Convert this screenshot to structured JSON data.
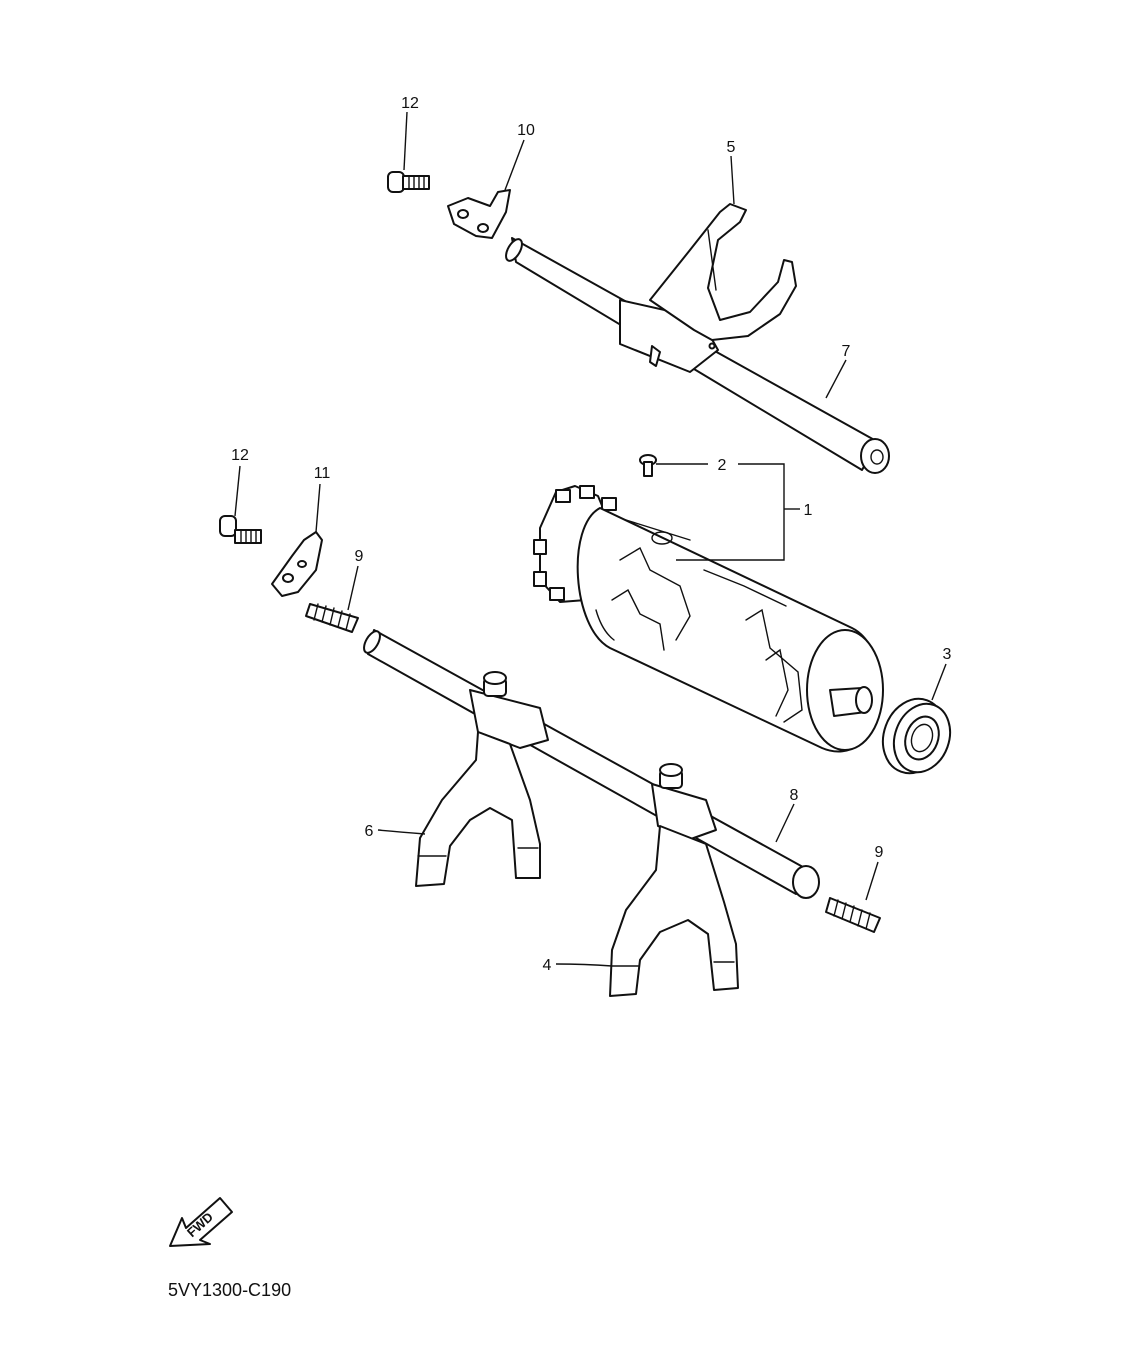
{
  "callouts": {
    "c1": "1",
    "c2": "2",
    "c3": "3",
    "c4": "4",
    "c5": "5",
    "c6": "6",
    "c7": "7",
    "c8": "8",
    "c9a": "9",
    "c9b": "9",
    "c10": "10",
    "c11": "11",
    "c12a": "12",
    "c12b": "12"
  },
  "fwd_label": "FWD",
  "diagram_code": "5VY1300-C190"
}
